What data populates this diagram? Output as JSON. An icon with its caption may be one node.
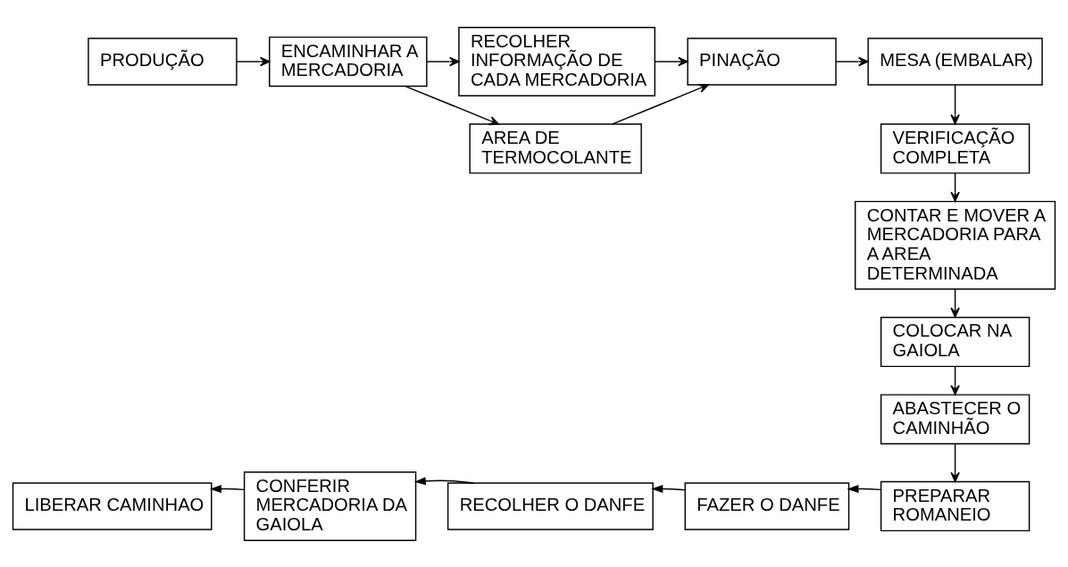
{
  "diagram": {
    "nodes": [
      {
        "text": [
          "PRODUÇÃO"
        ]
      },
      {
        "text": [
          "ENCAMINHAR A MERCADORIA"
        ]
      },
      {
        "text": [
          "RECOLHER INFORMAÇÃO DE CADA MERCADORIA"
        ]
      },
      {
        "text": [
          "AREA DE TERMOCOLANTE"
        ]
      },
      {
        "text": [
          "PINAÇÃO"
        ]
      },
      {
        "text": [
          "MESA (EMBALAR)"
        ]
      },
      {
        "text": [
          "VERIFICAÇÃO COMPLETA"
        ]
      },
      {
        "text": [
          "CONTAR E MOVER A MERCADORIA PARA A AREA DETERMINADA"
        ]
      },
      {
        "text": [
          "COLOCAR NA GAIOLA"
        ]
      },
      {
        "text": [
          "ABASTECER O CAMINHÃO"
        ]
      },
      {
        "text": [
          "PREPARAR ROMANEIO"
        ]
      },
      {
        "text": [
          "FAZER O DANFE"
        ]
      },
      {
        "text": [
          "RECOLHER O DANFE"
        ]
      },
      {
        "text": [
          "CONFERIR MERCADORIA DA GAIOLA"
        ]
      },
      {
        "text": [
          "LIBERAR CAMINHAO"
        ]
      }
    ],
    "edges": [
      {
        "from": 0,
        "to": 1,
        "arrow": "to"
      },
      {
        "from": 1,
        "to": 2,
        "arrow": "to"
      },
      {
        "from": 1,
        "to": 3,
        "arrow": "to"
      },
      {
        "from": 2,
        "to": 4,
        "arrow": "to"
      },
      {
        "from": 3,
        "to": 4,
        "arrow": "to"
      },
      {
        "from": 4,
        "to": 5,
        "arrow": "to"
      },
      {
        "from": 5,
        "to": 6,
        "arrow": "to"
      },
      {
        "from": 6,
        "to": 7,
        "arrow": "to"
      },
      {
        "from": 7,
        "to": 8,
        "arrow": "to"
      },
      {
        "from": 8,
        "to": 9,
        "arrow": "to"
      },
      {
        "from": 9,
        "to": 10,
        "arrow": "to"
      },
      {
        "from": 10,
        "to": 11,
        "arrow": "to"
      },
      {
        "from": 11,
        "to": 12,
        "arrow": "to"
      },
      {
        "from": 12,
        "to": 13,
        "arrow": "to"
      },
      {
        "from": 13,
        "to": 14,
        "arrow": "to"
      }
    ]
  }
}
